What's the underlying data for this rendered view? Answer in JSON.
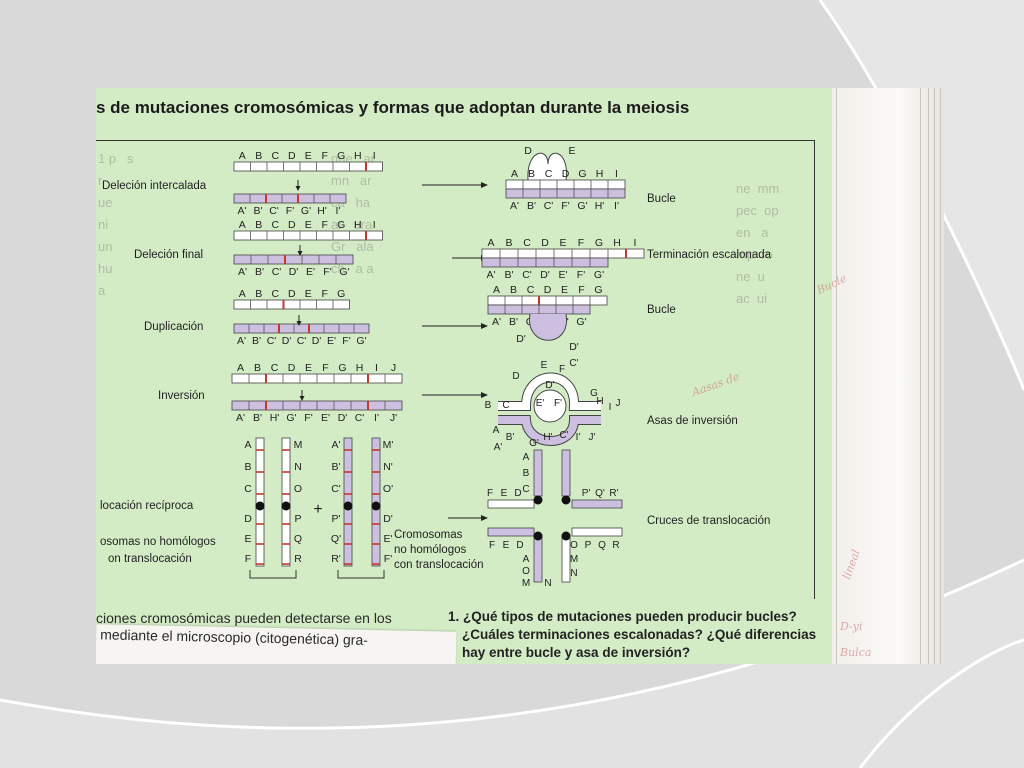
{
  "figure": {
    "title": "s de mutaciones cromosómicas y formas que adoptan durante la meiosis",
    "row_labels": [
      "Deleción intercalada",
      "Deleción final",
      "Duplicación",
      "Inversión",
      "locación recíproca",
      "osomas no homólogos",
      "on translocación"
    ],
    "result_labels": [
      "Bucle",
      "Terminación escalonada",
      "Bucle",
      "Asas de inversión",
      "Cruces de translocación"
    ],
    "chromo_caption_lines": [
      "Cromosomas",
      "no homólogos",
      "con translocación"
    ],
    "rows": {
      "del_int": {
        "top": [
          "A",
          "B",
          "C",
          "D",
          "E",
          "F",
          "G",
          "H",
          "I"
        ],
        "bottom": [
          "A'",
          "B'",
          "C'",
          "F'",
          "G'",
          "H'",
          "I'"
        ]
      },
      "del_fin": {
        "top": [
          "A",
          "B",
          "C",
          "D",
          "E",
          "F",
          "G",
          "H",
          "I"
        ],
        "bottom": [
          "A'",
          "B'",
          "C'",
          "D'",
          "E'",
          "F'",
          "G'"
        ]
      },
      "dup": {
        "top": [
          "A",
          "B",
          "C",
          "D",
          "E",
          "F",
          "G"
        ],
        "bottom": [
          "A'",
          "B'",
          "C'",
          "D'",
          "C'",
          "D'",
          "E'",
          "F'",
          "G'"
        ]
      },
      "inv": {
        "top": [
          "A",
          "B",
          "C",
          "D",
          "E",
          "F",
          "G",
          "H",
          "I",
          "J"
        ],
        "bottom": [
          "A'",
          "B'",
          "H'",
          "G'",
          "F'",
          "E'",
          "D'",
          "C'",
          "I'",
          "J'"
        ]
      }
    },
    "results": {
      "r1_top": [
        "D",
        "E"
      ],
      "r1_row": [
        "A",
        "B",
        "C",
        "D",
        "G",
        "H",
        "I"
      ],
      "r1_bottom": [
        "A'",
        "B'",
        "C'",
        "F'",
        "G'",
        "H'",
        "I'"
      ],
      "r2_top": [
        "A",
        "B",
        "C",
        "D",
        "E",
        "F",
        "G",
        "H",
        "I"
      ],
      "r2_bottom": [
        "A'",
        "B'",
        "C'",
        "D'",
        "E'",
        "F'",
        "G'"
      ],
      "r3_top": [
        "A",
        "B",
        "C",
        "D",
        "E",
        "F",
        "G"
      ],
      "r3_bottom": [
        "A'",
        "B'",
        "C'",
        "E'",
        "F'",
        "G'"
      ],
      "r3_loop": [
        "D'",
        "D'"
      ],
      "r4_labels": [
        "D",
        "E",
        "F",
        "C'",
        "B",
        "C",
        "E'",
        "F'",
        "D'",
        "G",
        "H",
        "I",
        "J",
        "A",
        "B'",
        "G'",
        "H'",
        "C'",
        "I'",
        "J'",
        "A'"
      ]
    },
    "transloc": {
      "chr1": [
        "A",
        "B",
        "C",
        "D",
        "E",
        "F"
      ],
      "chr2": [
        "M",
        "N",
        "O",
        "P",
        "Q",
        "R"
      ],
      "chr3": [
        "A'",
        "B'",
        "C'",
        "P'",
        "Q'",
        "R'"
      ],
      "chr4": [
        "M'",
        "N'",
        "O'",
        "D'",
        "E'",
        "F'"
      ],
      "plus": "+",
      "cross_top": [
        "A",
        "B",
        "C",
        "F",
        "E",
        "D",
        "P'",
        "Q'",
        "R'"
      ],
      "cross_bottom": [
        "F",
        "E",
        "D",
        "O",
        "M",
        "N",
        "P",
        "Q",
        "R",
        "A",
        "O",
        "M",
        "N"
      ]
    }
  },
  "caption_lines": [
    "ciones cromosómicas pueden detectarse en los",
    "mediante el microscopio (citogenética) gra-"
  ],
  "question_lines": [
    "1. ¿Qué tipos de mutaciones pueden producir bucles?",
    "¿Cuáles terminaciones escalonadas? ¿Qué diferencias",
    "hay entre bucle y asa de inversión?"
  ],
  "colors": {
    "slide_bg": "#d9d9d9",
    "green_panel": "#d4ecc6",
    "chromosome_fill": "#cdbfe0",
    "mark_red": "#c0392b"
  }
}
